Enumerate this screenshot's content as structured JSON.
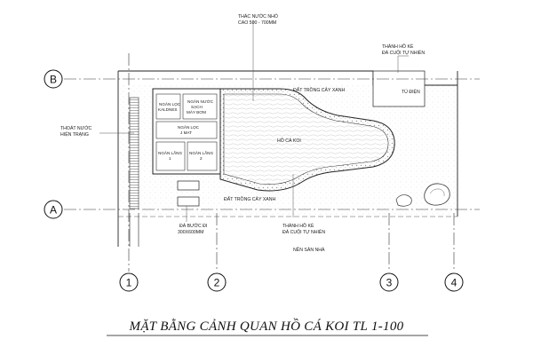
{
  "title": "MẶT BẰNG CẢNH QUAN  HỒ CÁ KOI TL 1-100",
  "grid_axes": {
    "rows": [
      "B",
      "A"
    ],
    "columns": [
      "1",
      "2",
      "3",
      "4"
    ]
  },
  "labels": {
    "waterfall_line1": "THÁC NƯỚC NHỎ",
    "waterfall_line2": "CAO 500 - 700MM",
    "pond_wall_top_line1": "THÀNH HỒ KÈ",
    "pond_wall_top_line2": "ĐÁ CUỘI TỰ NHIÊN",
    "electric_box": "TỦ ĐIỆN",
    "planting_top": "ĐẤT TRỒNG CÂY XANH",
    "drain_line1": "THOÁT NƯỚC",
    "drain_line2": "HIỆN TRẠNG",
    "filter_kaldnes_line1": "NGĂN LỌC",
    "filter_kaldnes_line2": "KALDNES",
    "clean_water_line1": "NGĂN NƯỚC",
    "clean_water_line2": "SẠCH",
    "clean_water_line3": "MÁY BƠM",
    "filter_jmat_line1": "NGĂN LỌC",
    "filter_jmat_line2": "J MAT",
    "settle1_line1": "NGĂN LẮNG",
    "settle1_line2": "1",
    "settle2_line1": "NGĂN LẮNG",
    "settle2_line2": "2",
    "koi_pond": "HỒ CÁ KOI",
    "planting_bottom": "ĐẤT TRỒNG CÂY XANH",
    "stepping_stone_line1": "ĐÁ BƯỚC ĐI",
    "stepping_stone_line2": "300X600MM",
    "pond_wall_bottom_line1": "THÀNH HỒ KÈ",
    "pond_wall_bottom_line2": "ĐÁ CUỘI TỰ NHIÊN",
    "floor": "NỀN SÂN NHÀ"
  },
  "colors": {
    "line": "#222222",
    "hatch": "#9a9a9a",
    "background": "#ffffff"
  }
}
